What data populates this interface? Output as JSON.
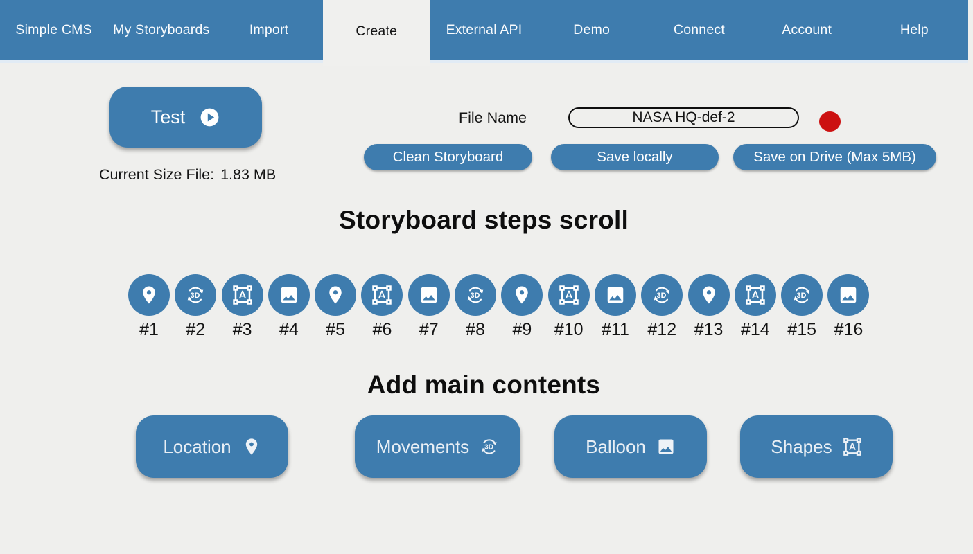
{
  "nav": {
    "items": [
      {
        "label": "Simple CMS",
        "active": false
      },
      {
        "label": "My Storyboards",
        "active": false
      },
      {
        "label": "Import",
        "active": false
      },
      {
        "label": "Create",
        "active": true
      },
      {
        "label": "External API",
        "active": false
      },
      {
        "label": "Demo",
        "active": false
      },
      {
        "label": "Connect",
        "active": false
      },
      {
        "label": "Account",
        "active": false
      },
      {
        "label": "Help",
        "active": false
      }
    ]
  },
  "toolbar": {
    "test_label": "Test",
    "size_label": "Current Size File:",
    "size_value": "1.83 MB",
    "file_name_label": "File Name",
    "file_name_value": "NASA HQ-def-2",
    "clean_label": "Clean Storyboard",
    "save_local_label": "Save locally",
    "save_drive_label": "Save on Drive (Max 5MB)"
  },
  "steps_section": {
    "title": "Storyboard steps scroll",
    "steps": [
      {
        "label": "#1",
        "icon": "location-pin-icon"
      },
      {
        "label": "#2",
        "icon": "3d-rotation-icon"
      },
      {
        "label": "#3",
        "icon": "format-shapes-icon"
      },
      {
        "label": "#4",
        "icon": "image-icon"
      },
      {
        "label": "#5",
        "icon": "location-pin-icon"
      },
      {
        "label": "#6",
        "icon": "format-shapes-icon"
      },
      {
        "label": "#7",
        "icon": "image-icon"
      },
      {
        "label": "#8",
        "icon": "3d-rotation-icon"
      },
      {
        "label": "#9",
        "icon": "location-pin-icon"
      },
      {
        "label": "#10",
        "icon": "format-shapes-icon"
      },
      {
        "label": "#11",
        "icon": "image-icon"
      },
      {
        "label": "#12",
        "icon": "3d-rotation-icon"
      },
      {
        "label": "#13",
        "icon": "location-pin-icon"
      },
      {
        "label": "#14",
        "icon": "format-shapes-icon"
      },
      {
        "label": "#15",
        "icon": "3d-rotation-icon"
      },
      {
        "label": "#16",
        "icon": "image-icon"
      }
    ]
  },
  "contents_section": {
    "title": "Add main contents",
    "buttons": [
      {
        "label": "Location",
        "icon": "location-pin-icon"
      },
      {
        "label": "Movements",
        "icon": "3d-rotation-icon"
      },
      {
        "label": "Balloon",
        "icon": "image-icon"
      },
      {
        "label": "Shapes",
        "icon": "format-shapes-icon"
      }
    ]
  },
  "colors": {
    "primary_blue": "#3E7CAE",
    "page_background": "#EFEFED",
    "record_red": "#CC1111"
  }
}
